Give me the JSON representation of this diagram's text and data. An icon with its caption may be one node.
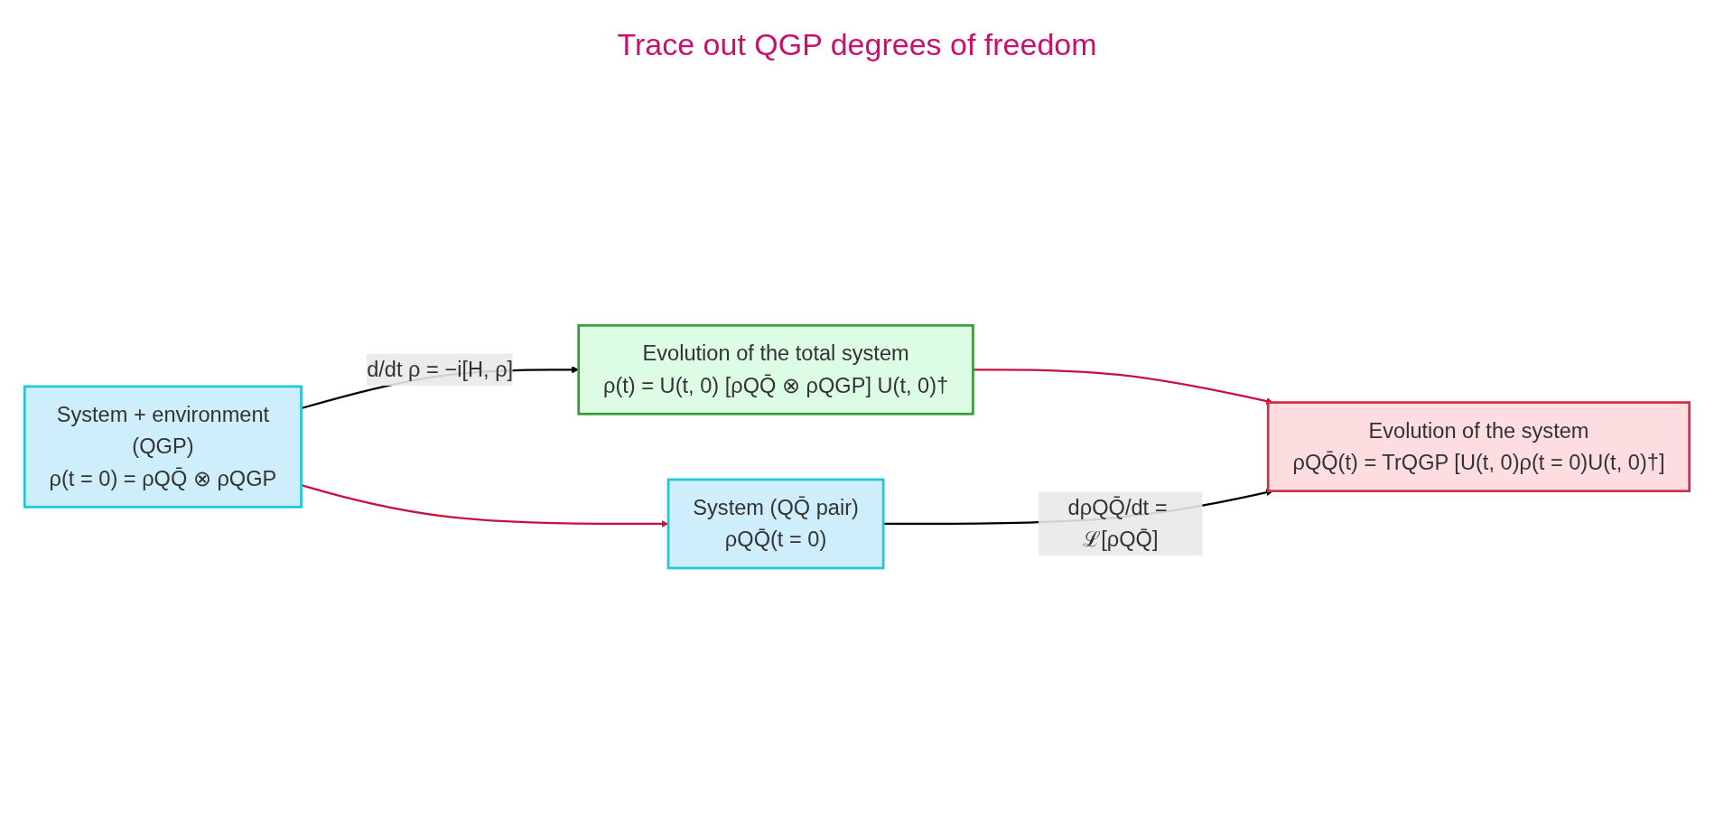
{
  "diagram": {
    "nodes": [
      {
        "text": [
          "System + environment",
          "(QGP)",
          "ρ(t = 0) = ρQQ̄ ⊗ ρQGP"
        ]
      },
      {
        "text": [
          "Evolution of the total system",
          "ρ(t) = U(t, 0) [ρQQ̄ ⊗ ρQGP] U(t, 0)†"
        ]
      },
      {
        "text": [
          "System (QQ̄ pair)",
          "ρQQ̄(t = 0)"
        ]
      },
      {
        "text": [
          "Evolution of the system",
          "ρQQ̄(t) = TrQGP [U(t, 0)ρ(t = 0)U(t, 0)†]"
        ]
      }
    ],
    "edges": [
      {
        "from": 0,
        "to": 1,
        "arrow": "to",
        "label": "d/dt ρ = −i[H, ρ]"
      },
      {
        "from": 0,
        "to": 2,
        "arrow": "to",
        "color": "#c8103c"
      },
      {
        "from": 1,
        "to": 3,
        "arrow": "to",
        "color": "#c8103c"
      },
      {
        "from": 2,
        "to": 3,
        "arrow": "to",
        "label": "dρQQ̄/dt = ℒ[ρQQ̄]"
      }
    ],
    "labels": [
      "Trace out QGP degrees of freedom"
    ]
  }
}
